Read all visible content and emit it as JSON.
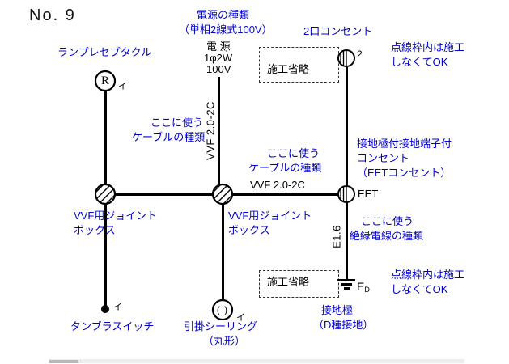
{
  "title": "No. 9",
  "colors": {
    "blue": "#0000cc",
    "wire": "#000000",
    "background": "#ffffff"
  },
  "power": {
    "type_label_1": "電源の種類",
    "type_label_2": "（単相2線式100V）",
    "source_line_1": "電 源",
    "source_line_2": "1φ2W",
    "source_line_3": "100V",
    "cable_note_1": "ここに使う",
    "cable_note_2": "ケーブルの種類",
    "cable_type": "VVF 2.0-2C"
  },
  "lamp_receptacle": {
    "label": "ランプレセプタクル",
    "letter": "R",
    "circuit": "イ"
  },
  "tumbler_switch": {
    "label": "タンブラスイッチ",
    "circuit": "イ"
  },
  "ceiling_rose": {
    "label_1": "引掛シーリング",
    "label_2": "（丸形）",
    "letter": "( )",
    "circuit": "イ"
  },
  "joint_box_left": {
    "label_1": "VVF用ジョイント",
    "label_2": "ボックス"
  },
  "joint_box_center": {
    "label_1": "VVF用ジョイント",
    "label_2": "ボックス"
  },
  "center_cable": {
    "note_1": "ここに使う",
    "note_2": "ケーブルの種類",
    "cable_type": "VVF 2.0-2C"
  },
  "outlet_2port": {
    "label": "2口コンセント",
    "mark": "2"
  },
  "eet_outlet": {
    "label_1": "接地極付接地端子付",
    "label_2": "コンセント",
    "label_3": "（EETコンセント）",
    "mark": "EET"
  },
  "ground_wire": {
    "note_1": "ここに使う",
    "note_2": "絶縁電線の種類",
    "wire_type": "E1.6"
  },
  "ground_electrode": {
    "label_1": "接地極",
    "label_2": "（D種接地）",
    "mark_main": "E",
    "mark_sub": "D"
  },
  "omission_top": {
    "text": "施工省略",
    "note_1": "点線枠内は施工",
    "note_2": "しなくてOK"
  },
  "omission_bottom": {
    "text": "施工省略",
    "note_1": "点線枠内は施工",
    "note_2": "しなくてOK"
  }
}
